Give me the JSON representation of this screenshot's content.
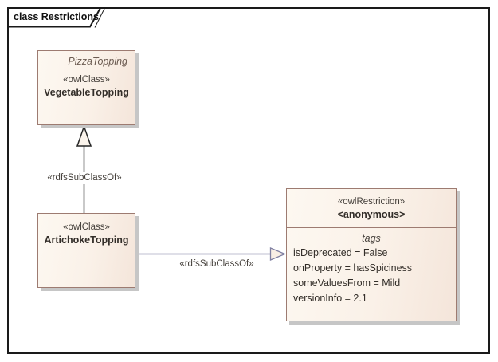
{
  "frame": {
    "label": "class Restrictions"
  },
  "colors": {
    "frame_border": "#1a1a1a",
    "box_border": "#9d7b71",
    "box_fill_light": "#fdf8f1",
    "box_fill_peach": "#f4e5da",
    "box_shadow": "#c6c6c6",
    "generalization_line": "#262626",
    "restriction_connector_line": "#8080a2",
    "arrowhead_fill": "#faf2ea",
    "text_primary": "#332e29",
    "text_stereotype": "#45403b",
    "text_parent_ref": "#6b5b51"
  },
  "nodes": {
    "vegetable": {
      "parent_ref": "PizzaTopping",
      "stereotype": "«owlClass»",
      "name": "VegetableTopping"
    },
    "artichoke": {
      "stereotype": "«owlClass»",
      "name": "ArtichokeTopping"
    },
    "restriction": {
      "stereotype": "«owlRestriction»",
      "name": "<anonymous>",
      "tags_title": "tags",
      "tags": [
        "isDeprecated = False",
        "onProperty = hasSpiciness",
        "someValuesFrom = Mild",
        "versionInfo = 2.1"
      ]
    }
  },
  "connectors": {
    "generalization": {
      "label": "«rdfsSubClassOf»"
    },
    "restriction_edge": {
      "label": "«rdfsSubClassOf»"
    }
  }
}
